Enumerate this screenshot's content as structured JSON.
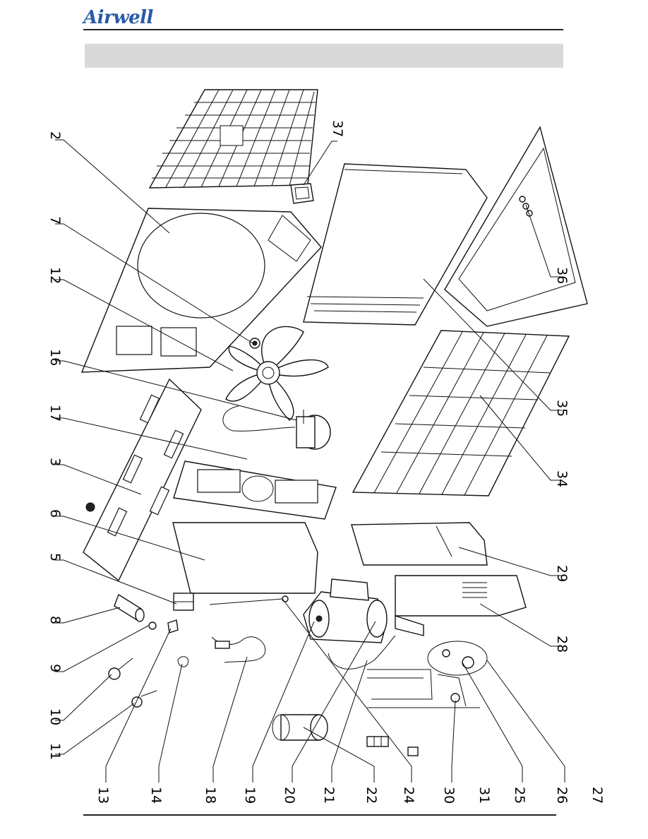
{
  "header": {
    "brand_logo": "Airwell",
    "title_band": ""
  },
  "diagram": {
    "type": "exploded-parts-view",
    "labels": [
      "2",
      "7",
      "12",
      "16",
      "17",
      "3",
      "6",
      "5",
      "8",
      "9",
      "10",
      "11",
      "13",
      "14",
      "18",
      "19",
      "20",
      "21",
      "22",
      "24",
      "30",
      "31",
      "25",
      "26",
      "27",
      "37",
      "36",
      "35",
      "34",
      "29",
      "28"
    ]
  }
}
